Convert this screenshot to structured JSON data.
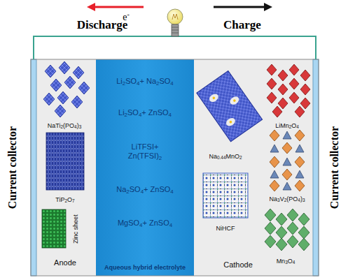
{
  "diagram": {
    "nodes": [
      {
        "text": [
          "Current collector"
        ]
      },
      {
        "text": [
          "NaTi2(PO4)3",
          "TiP2O7",
          "Zinc sheet",
          "Anode"
        ]
      },
      {
        "text": [
          "Li2SO4+ Na2SO4",
          "Li2SO4+ ZnSO4",
          "LiTFSI+ Zn(TFSI)2",
          "Na2SO4+ ZnSO4",
          "MgSO4+ ZnSO4",
          "Aqueous hybrid electrolyte"
        ]
      },
      {
        "text": [
          "Na0.44MnO2",
          "LiMn2O4",
          "Na3V2(PO4)3",
          "NiHCF",
          "Mn3O4",
          "Cathode"
        ]
      },
      {
        "text": [
          "Current collector"
        ]
      }
    ],
    "edges": [
      {
        "from": 0,
        "to": 4,
        "arrow": "none"
      }
    ],
    "labels": [
      "e-",
      "Discharge",
      "Charge"
    ]
  }
}
